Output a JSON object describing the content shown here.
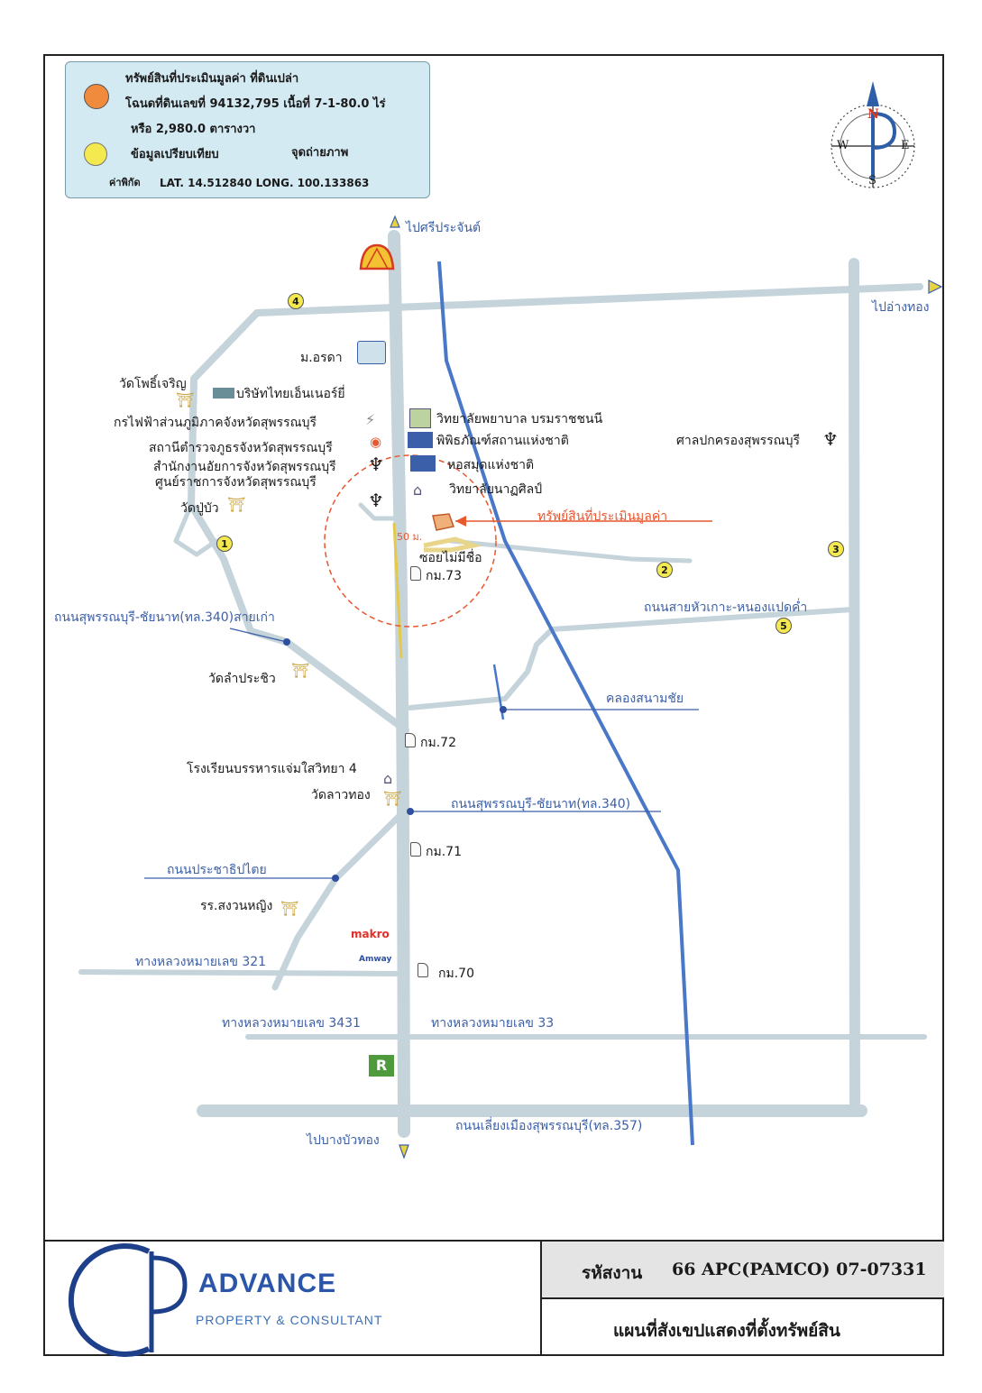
{
  "legend": {
    "subject_title": "ทรัพย์สินที่ประเมินมูลค่า ที่ดินเปล่า",
    "deed_line": "โฉนดที่ดินเลขที่ 94132,795 เนื้อที่ 7-1-80.0 ไร่",
    "area_line": "หรือ 2,980.0 ตารางวา",
    "comparable_label": "ข้อมูลเปรียบเทียบ",
    "photo_point_label": "จุดถ่ายภาพ",
    "coord_label": "ค่าพิกัด",
    "coord_value": "LAT. 14.512840  LONG. 100.133863",
    "colors": {
      "subject": "#f08a3c",
      "comparable": "#f4e94e",
      "photo_arrow": "#2e5ea8",
      "box": "#d4eaf3"
    }
  },
  "compass": {
    "n": "N",
    "s": "S",
    "e": "E",
    "w": "W"
  },
  "directions": {
    "north": "ไปศรีประจันต์",
    "east": "ไปอ่างทอง",
    "south": "ไปบางบัวทอง"
  },
  "comparables": [
    "1",
    "2",
    "3",
    "4",
    "5"
  ],
  "places": {
    "mor_orada": "ม.อรดา",
    "wat_pho_charoen": "วัดโพธิ์เจริญ",
    "thai_en": "บริษัทไทยเอ็นเนอร์ยี่",
    "pea": "กรไฟฟ้าส่วนภูมิภาคจังหวัดสุพรรณบุรี",
    "police": "สถานีตำรวจภูธรจังหวัดสุพรรณบุรี",
    "prosecutor": "สำนักงานอัยการจังหวัดสุพรรณบุรี",
    "gov_center": "ศูนย์ราชการจังหวัดสุพรรณบุรี",
    "wat_pu_bua": "วัดปู่บัว",
    "nursing": "วิทยาลัยพยาบาล บรมราชชนนี",
    "museum": "พิพิธภัณฑ์สถานแห่งชาติ",
    "library": "หอสมุดแห่งชาติ",
    "arts_college": "วิทยาลัยนาฏศิลป์",
    "city_pillar": "ศาลปกครองสุพรรณบุรี",
    "subject_pointer": "ทรัพย์สินที่ประเมินมูลค่า",
    "radius": "50 ม.",
    "soi": "ซอยไม่มีชื่อ",
    "km73": "กม.73",
    "km72": "กม.72",
    "km71": "กม.71",
    "km70": "กม.70",
    "old_road": "ถนนสุพรรณบุรี-ชัยนาท(ทล.340)สายเก่า",
    "hua_ko_road": "ถนนสายหัวเกาะ-หนองแปดค่ำ",
    "wat_lam_prachiew": "วัดลำประชิว",
    "canal": "คลองสนามชัย",
    "school": "โรงเรียนบรรหารแจ่มใสวิทยา 4",
    "wat_lao_thong": "วัดลาวทอง",
    "road_340": "ถนนสุพรรณบุรี-ชัยนาท(ทล.340)",
    "pracha_road": "ถนนประชาธิปไตย",
    "songwan_school": "รร.สงวนหญิง",
    "makro": "makro",
    "amway": "Amway",
    "hwy321": "ทางหลวงหมายเลข 321",
    "hwy3431": "ทางหลวงหมายเลข 3431",
    "hwy33": "ทางหลวงหมายเลข 33",
    "bypass": "ถนนเลี่ยงเมืองสุพรรณบุรี(ทล.357)"
  },
  "footer": {
    "company_name": "ADVANCE",
    "company_sub": "PROPERTY & CONSULTANT",
    "job_label": "รหัสงาน",
    "job_code": "66 APC(PAMCO) 07-07331",
    "map_title": "แผนที่สังเขปแสดงที่ตั้งทรัพย์สิน"
  }
}
